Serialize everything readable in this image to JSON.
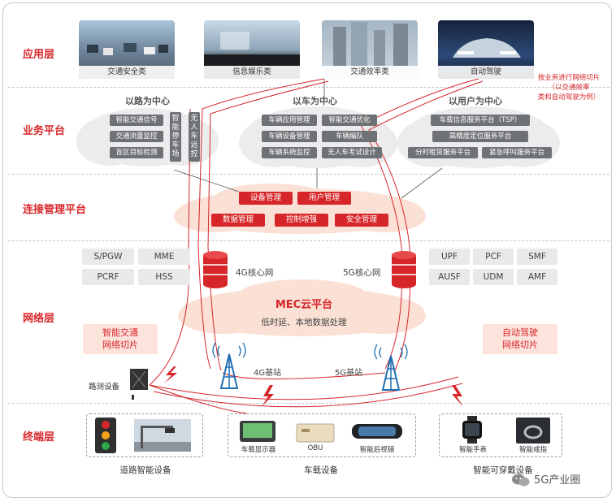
{
  "layers": {
    "application": "应用层",
    "business": "业务平台",
    "connection": "连接管理平台",
    "network": "网络层",
    "terminal": "终端层"
  },
  "apps": [
    "交通安全类",
    "信息娱乐类",
    "交通效率类",
    "自动驾驶"
  ],
  "slicing_note": {
    "line1": "按业务进行网络切片",
    "line2": "（以交通效率",
    "line3": "类和自动驾驶为例）"
  },
  "business": {
    "road": {
      "title": "以路为中心",
      "items": [
        "智能交通信号",
        "交通流量监控",
        "盲区目标检测"
      ],
      "vertical1": [
        "智",
        "能",
        "停",
        "车",
        "场"
      ],
      "vertical2": [
        "无",
        "人",
        "车",
        "远",
        "控"
      ]
    },
    "vehicle": {
      "title": "以车为中心",
      "items": [
        "车辆应用管理",
        "车辆设备管理",
        "车辆系统监控",
        "智能交通优化",
        "车辆编队",
        "无人车考试设计"
      ]
    },
    "user": {
      "title": "以用户为中心",
      "items": [
        "车载信息服务平台（TSP）",
        "高精度定位服务平台",
        "分时租赁服务平台",
        "紧急呼叫服务平台"
      ]
    }
  },
  "connection": {
    "items": [
      "设备管理",
      "用户管理",
      "数据管理",
      "控制增强",
      "安全管理"
    ]
  },
  "network": {
    "core4g_label": "4G核心网",
    "core5g_label": "5G核心网",
    "core4g": [
      "S/PGW",
      "MME",
      "PCRF",
      "HSS"
    ],
    "core5g": [
      "UPF",
      "PCF",
      "SMF",
      "AUSF",
      "UDM",
      "AMF"
    ],
    "mec_title": "MEC云平台",
    "mec_sub": "低时延、本地数据处理",
    "slice_left": [
      "智能交通",
      "网络切片"
    ],
    "slice_right": [
      "自动驾驶",
      "网络切片"
    ],
    "bs4g": "4G基站",
    "bs5g": "5G基站",
    "rsu": "路测设备"
  },
  "terminal": {
    "road_group": "道路智能设备",
    "vehicle_group": "车载设备",
    "wearable_group": "智能可穿戴设备",
    "vehicle_items": [
      "车载显示器",
      "OBU",
      "智能后视镜"
    ],
    "wearable_items": [
      "智能手表",
      "智能戒指"
    ]
  },
  "watermark": "5G产业圈",
  "colors": {
    "accent": "#d7262a",
    "cloud": "#eeeeef",
    "pink_cloud": "#fbe0d6",
    "grey_box": "#6f7275"
  }
}
